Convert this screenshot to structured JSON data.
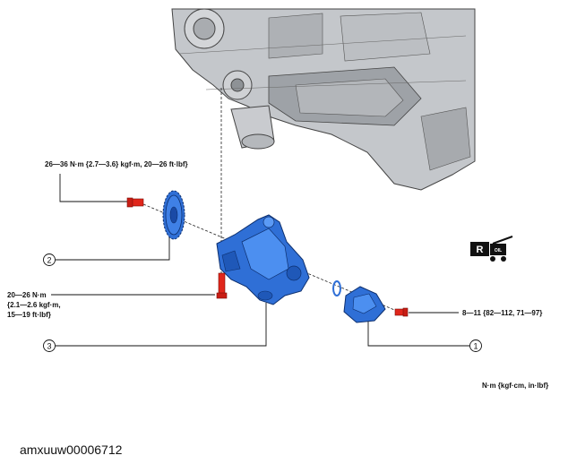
{
  "torque_sprocket_bolt": "26—36 N·m {2.7—3.6} kgf·m, 20—26 ft·lbf}",
  "torque_pump_bolt": [
    "20—26 N·m",
    "{2.1—2.6 kgf·m,",
    "15—19 ft·lbf}"
  ],
  "torque_cover_bolt": "8—11 {82—112, 71—97}",
  "units_note": "N·m {kgf·cm, in·lbf}",
  "callouts": [
    "1",
    "2",
    "3"
  ],
  "reuse_symbol_letter": "R",
  "oil_symbol_text": "OIL",
  "image_code": "amxuuw00006712",
  "colors": {
    "part_blue": "#2f6fd6",
    "bolt_red": "#e0261b",
    "engine_gray": "#b9bcc0"
  }
}
